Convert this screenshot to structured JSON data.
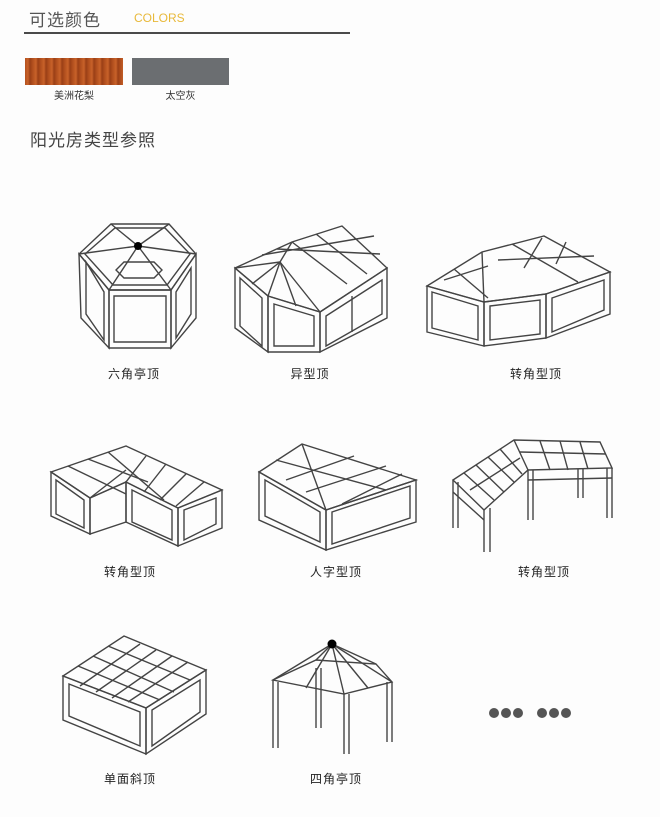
{
  "header": {
    "title": "可选颜色",
    "subtitle": "COLORS"
  },
  "colors": [
    {
      "name": "美洲花梨",
      "hex": "#b4511f"
    },
    {
      "name": "太空灰",
      "hex": "#6b6e71"
    }
  ],
  "section": {
    "title": "阳光房类型参照"
  },
  "types": [
    {
      "caption": "六角亭顶"
    },
    {
      "caption": "异型顶"
    },
    {
      "caption": "转角型顶"
    },
    {
      "caption": "转角型顶"
    },
    {
      "caption": "人字型顶"
    },
    {
      "caption": "转角型顶"
    },
    {
      "caption": "单面斜顶"
    },
    {
      "caption": "四角亭顶"
    }
  ]
}
